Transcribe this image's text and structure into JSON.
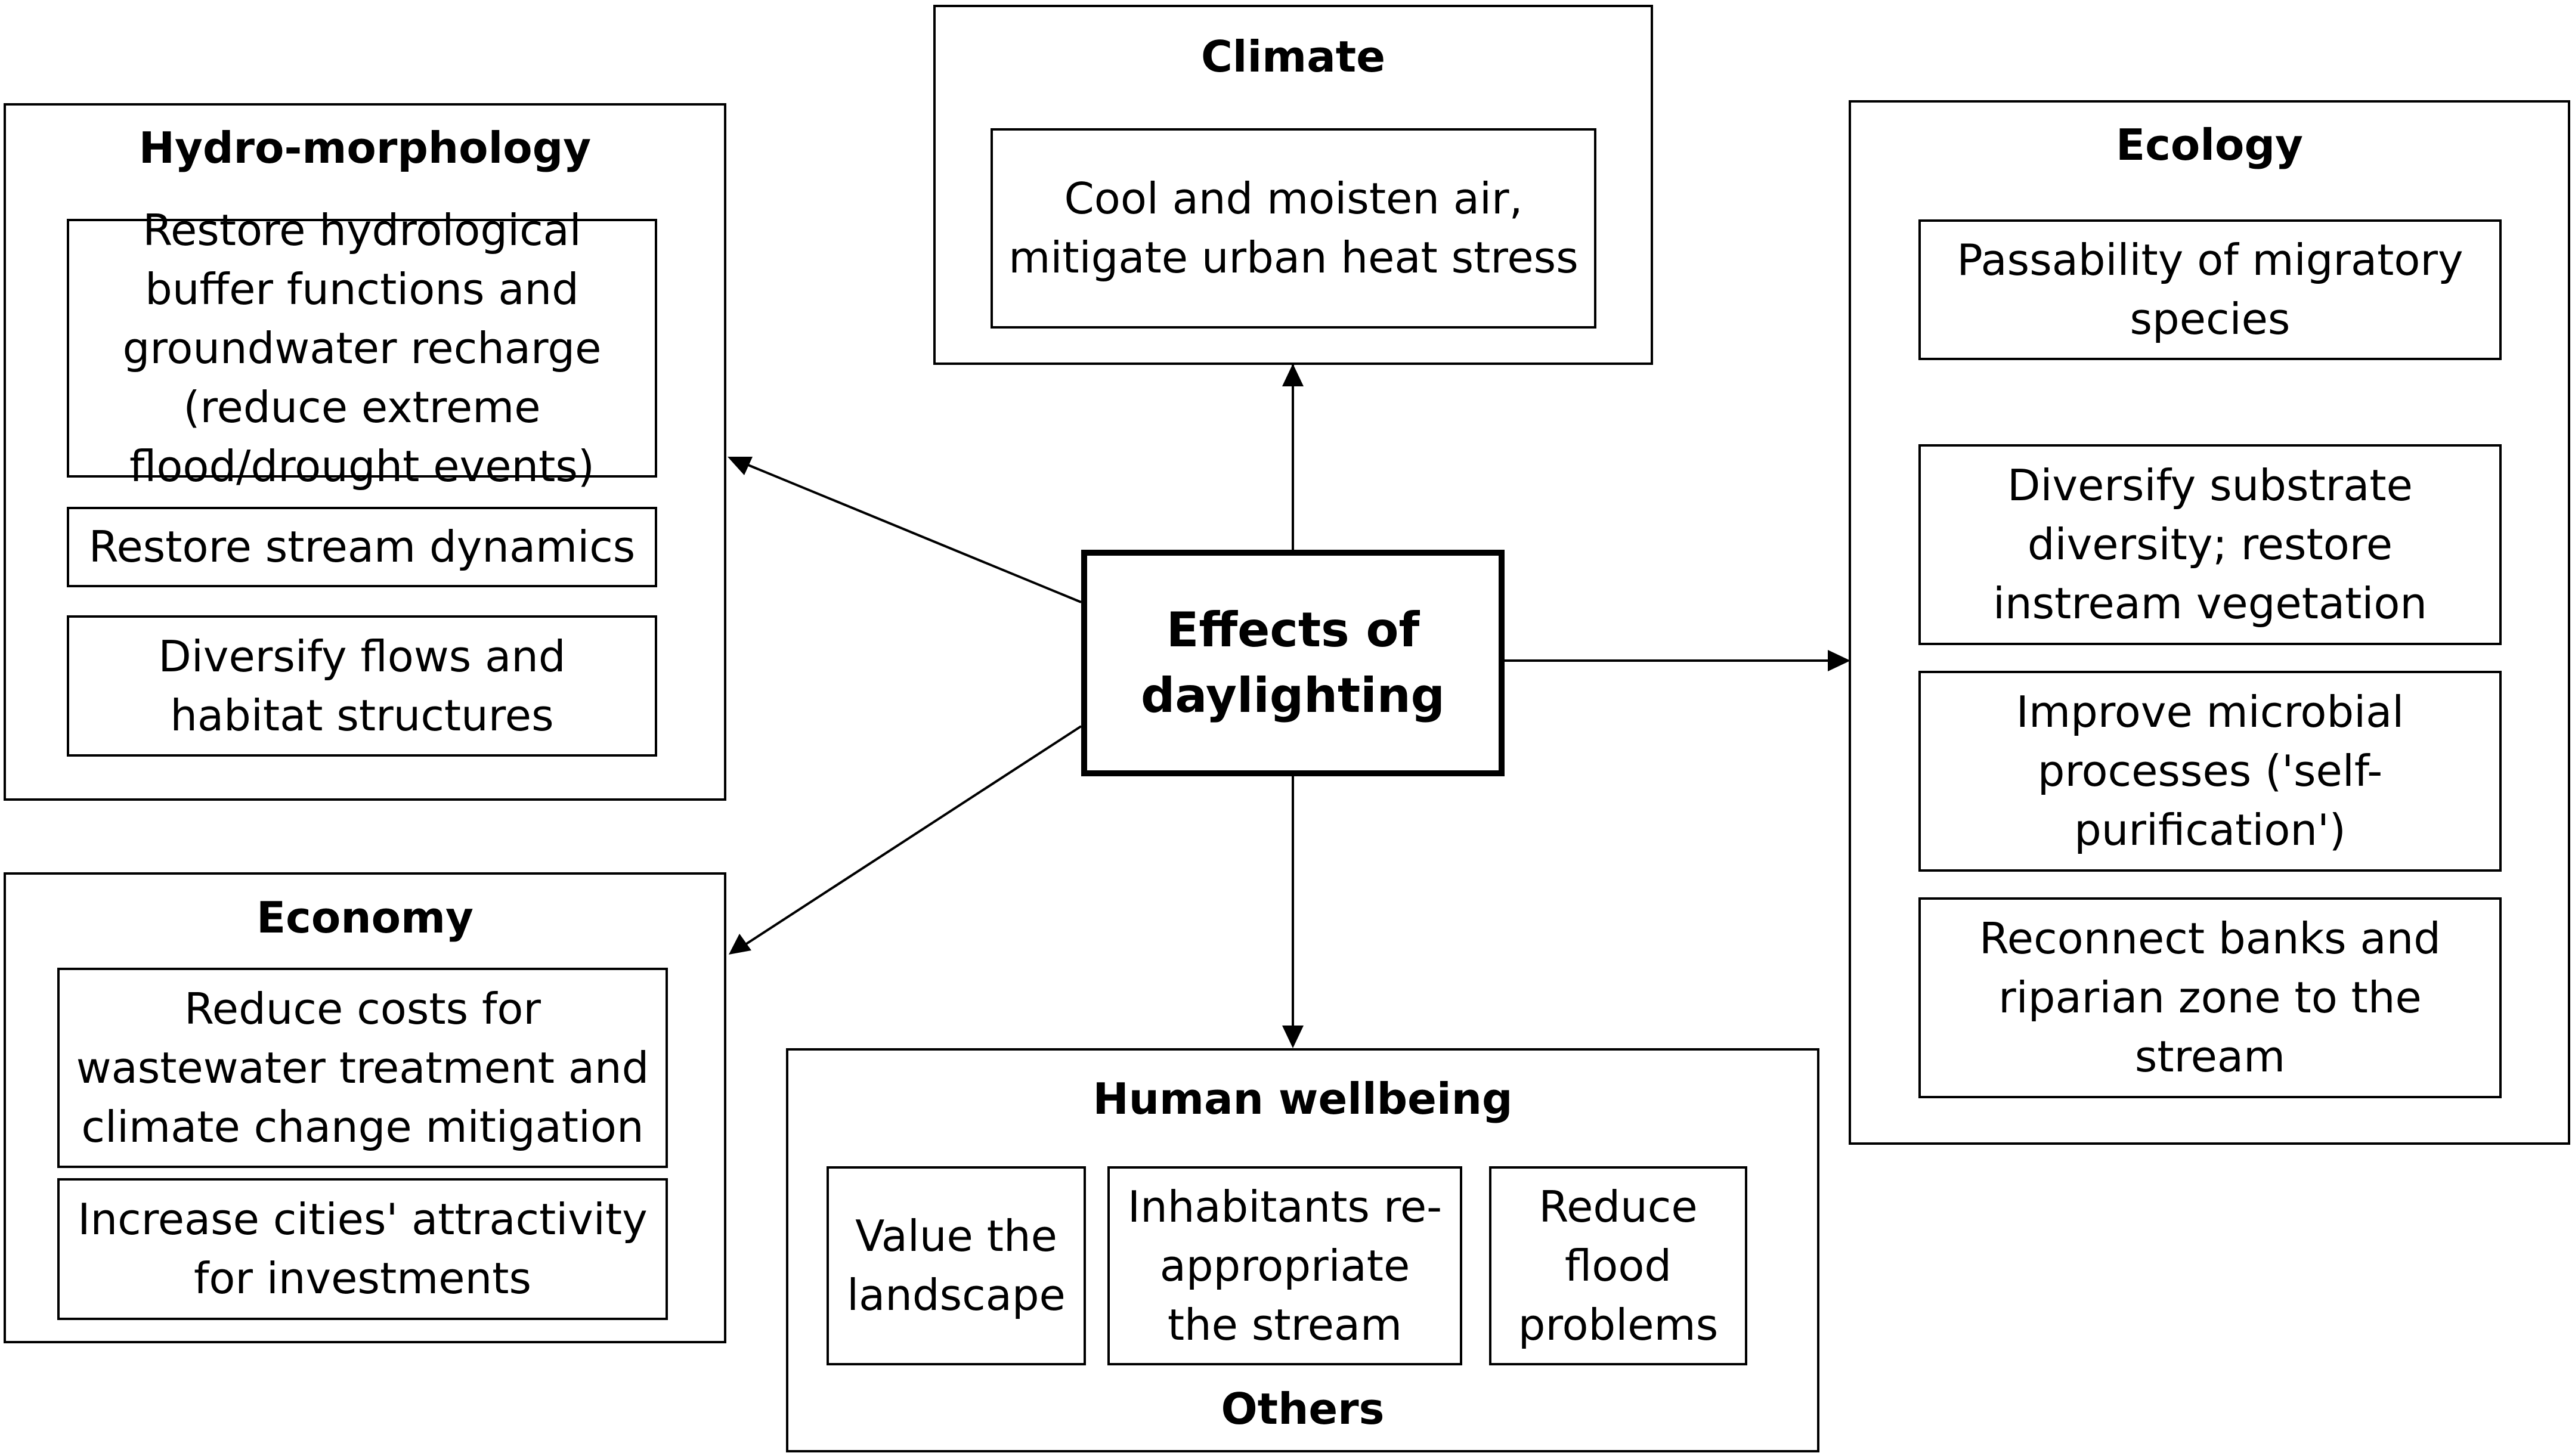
{
  "center": {
    "label": "Effects of daylighting"
  },
  "groups": {
    "climate": {
      "title": "Climate",
      "items": [
        "Cool and moisten air, mitigate urban heat stress"
      ]
    },
    "hydromorphology": {
      "title": "Hydro-morphology",
      "items": [
        "Restore hydrological buffer functions and groundwater recharge (reduce extreme flood/drought events)",
        "Restore stream dynamics",
        "Diversify flows and habitat structures"
      ]
    },
    "ecology": {
      "title": "Ecology",
      "items": [
        "Passability of migratory species",
        "Diversify substrate diversity; restore instream vegetation",
        "Improve microbial processes ('self-purification')",
        "Reconnect banks and riparian zone to the stream"
      ]
    },
    "economy": {
      "title": "Economy",
      "items": [
        "Reduce costs for wastewater treatment and climate change mitigation",
        "Increase cities' attractivity for investments"
      ]
    },
    "human_wellbeing": {
      "title": "Human wellbeing",
      "items": [
        "Value the landscape",
        "Inhabitants re-appropriate the stream",
        "Reduce flood problems"
      ],
      "footer": "Others"
    }
  },
  "colors": {
    "line": "#000000",
    "background": "#ffffff"
  }
}
